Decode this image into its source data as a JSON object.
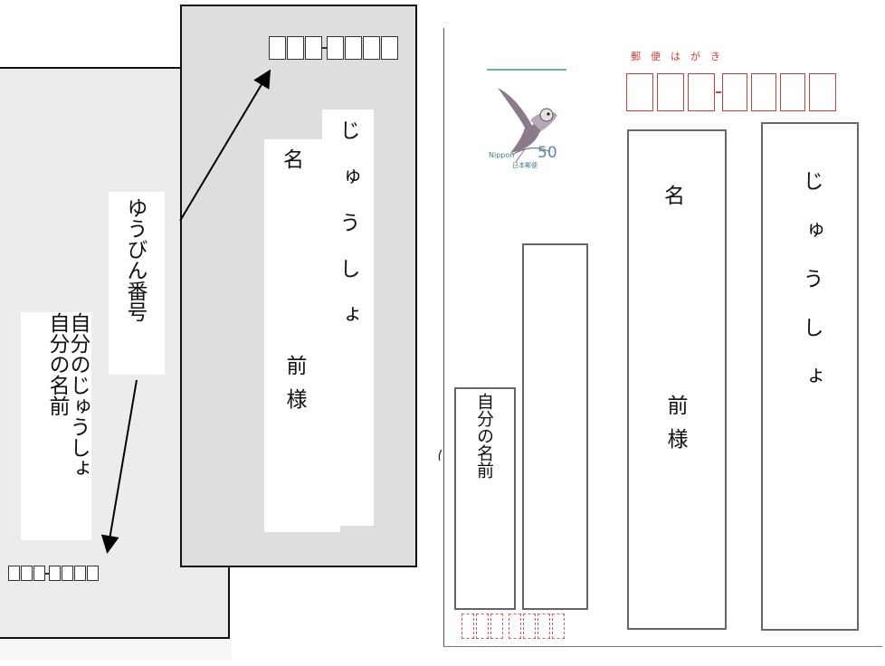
{
  "envelope": {
    "back_address_label": "自分のじゅうしょ",
    "back_name_label": "自分の名前",
    "postal_callout": "ゆうびん番号",
    "front_address_label": "じゅうしょ",
    "front_name_char": "名",
    "front_honorific": "前様"
  },
  "postcard": {
    "header": "郵便はがき",
    "stamp_country": "Nippon",
    "stamp_value": "50",
    "stamp_issuer": "日本郵便",
    "address_label": "じゅうしょ",
    "name_char": "名",
    "honorific": "前様",
    "sender_name_label": "自分の名前"
  }
}
